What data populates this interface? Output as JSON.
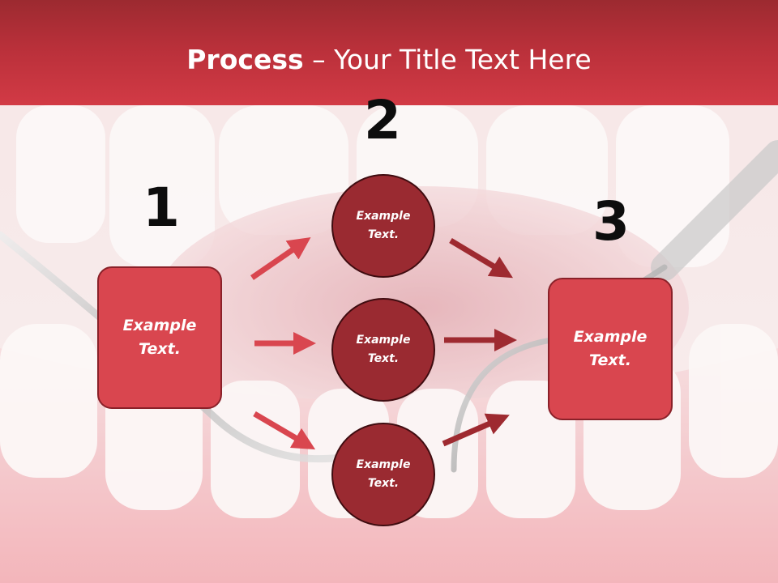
{
  "title": {
    "bold": "Process",
    "rest": " – Your Title Text Here"
  },
  "steps": {
    "one": "1",
    "two": "2",
    "three": "3"
  },
  "left_box": {
    "text": "Example\nText."
  },
  "right_box": {
    "text": "Example\nText."
  },
  "circles": [
    {
      "text": "Example\nText."
    },
    {
      "text": "Example\nText."
    },
    {
      "text": "Example\nText."
    }
  ],
  "colors": {
    "title_bar": "#b9303a",
    "box_fill": "#d9464f",
    "circle_fill": "#9a2a31",
    "left_arrow": "#d9464f",
    "right_arrow": "#9e2a30"
  }
}
